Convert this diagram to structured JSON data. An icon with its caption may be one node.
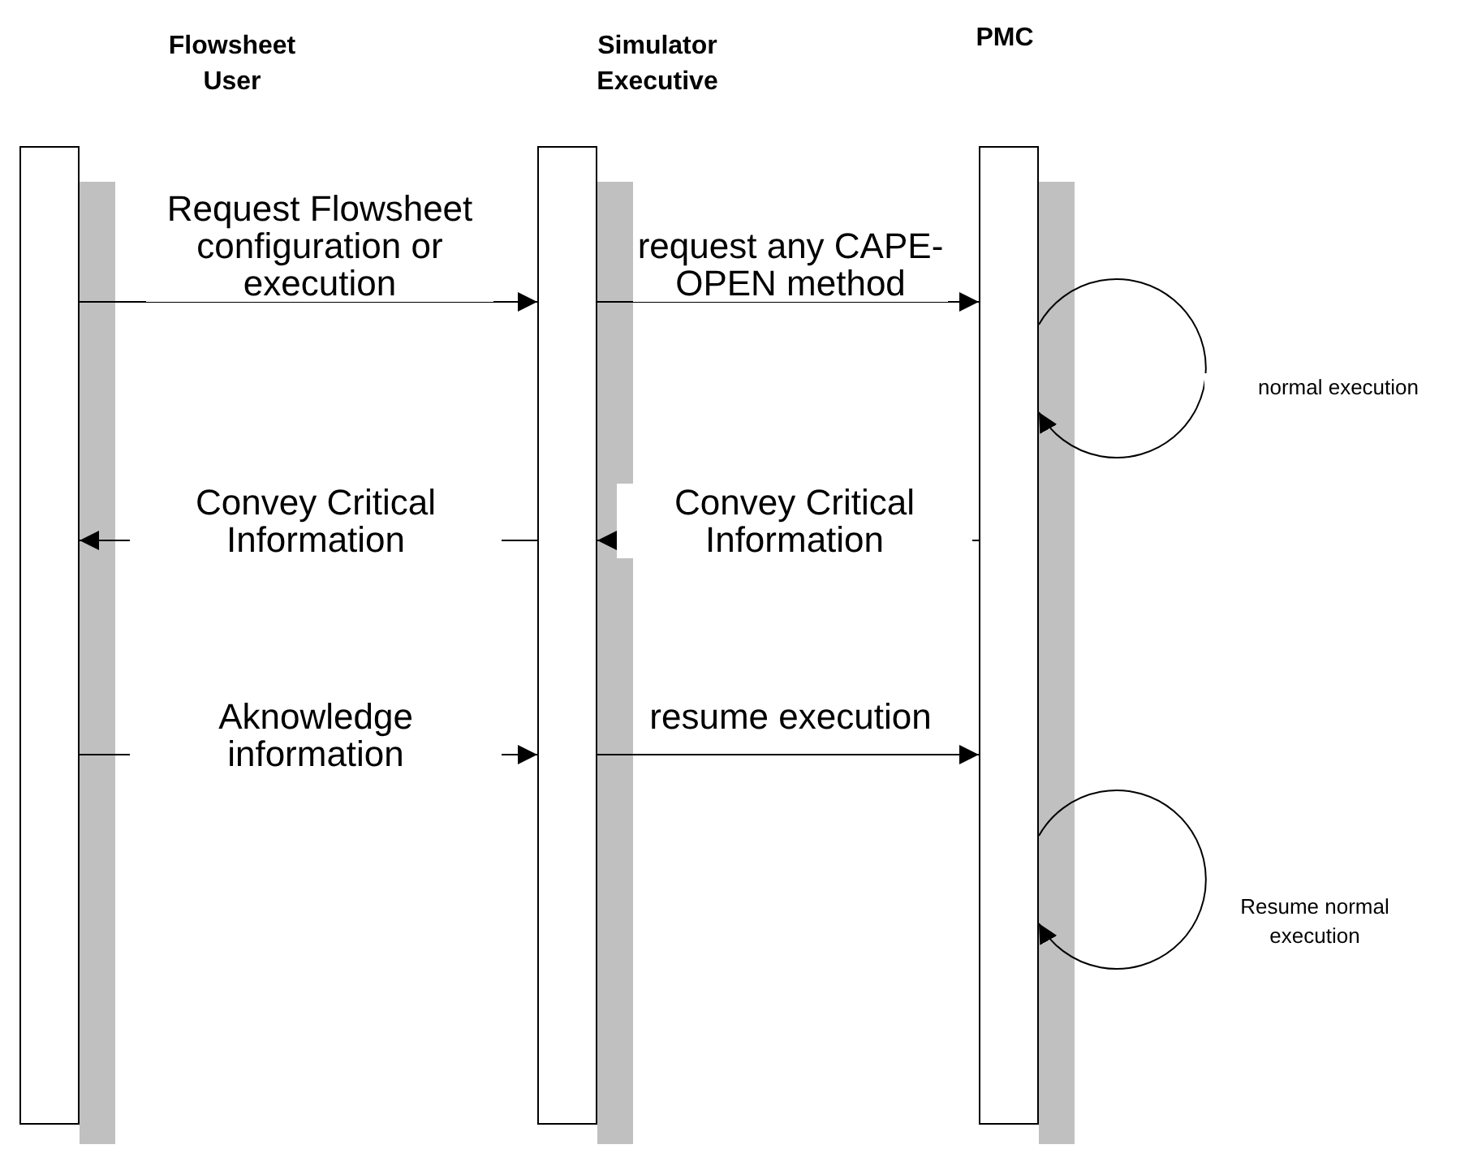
{
  "diagram": {
    "nodes": [
      {
        "text": [
          "Flowsheet User"
        ]
      },
      {
        "text": [
          "Simulator Executive"
        ]
      },
      {
        "text": [
          "PMC"
        ]
      }
    ],
    "edges": [
      {
        "from": 0,
        "to": 1,
        "arrow": "to",
        "label": "Request Flowsheet configuration or execution"
      },
      {
        "from": 1,
        "to": 2,
        "arrow": "to",
        "label": "request any CAPE-OPEN method"
      },
      {
        "from": 2,
        "to": 2,
        "arrow": "to",
        "label": "normal execution"
      },
      {
        "from": 2,
        "to": 1,
        "arrow": "to",
        "label": "Convey Critical Information"
      },
      {
        "from": 1,
        "to": 0,
        "arrow": "to",
        "label": "Convey Critical Information"
      },
      {
        "from": 0,
        "to": 1,
        "arrow": "to",
        "label": "Aknowledge information"
      },
      {
        "from": 1,
        "to": 2,
        "arrow": "to",
        "label": "resume execution"
      },
      {
        "from": 2,
        "to": 2,
        "arrow": "to",
        "label": "Resume normal execution"
      }
    ]
  }
}
